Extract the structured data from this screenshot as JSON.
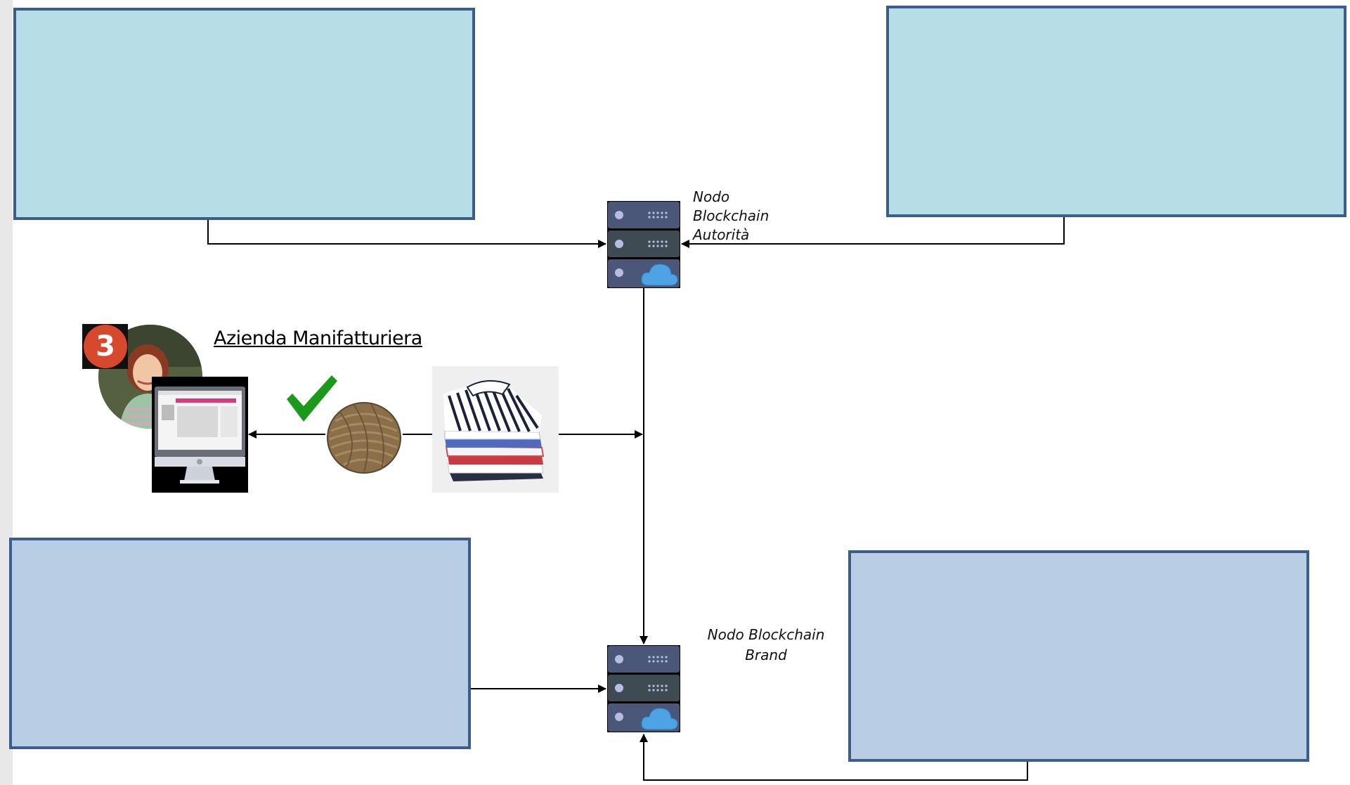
{
  "nodes": {
    "authority": {
      "label_lines": [
        "Nodo",
        "Blockchain",
        "Autorità"
      ]
    },
    "brand": {
      "label_lines": [
        "Nodo Blockchain",
        "Brand"
      ]
    }
  },
  "company": {
    "label": "Azienda Manifatturiera",
    "step_number": "3"
  },
  "icons": {
    "server": "server-cloud-icon",
    "person": "person-avatar",
    "computer": "desktop-monitor-icon",
    "check": "checkmark-icon",
    "yarn": "twine-ball-image",
    "shirts": "shirt-stack-image"
  },
  "colors": {
    "box_light": "#b7dde7",
    "box_blue": "#b9cde4",
    "box_border": "#3b5c8e",
    "badge": "#d6492c",
    "check": "#1a9a1a"
  }
}
